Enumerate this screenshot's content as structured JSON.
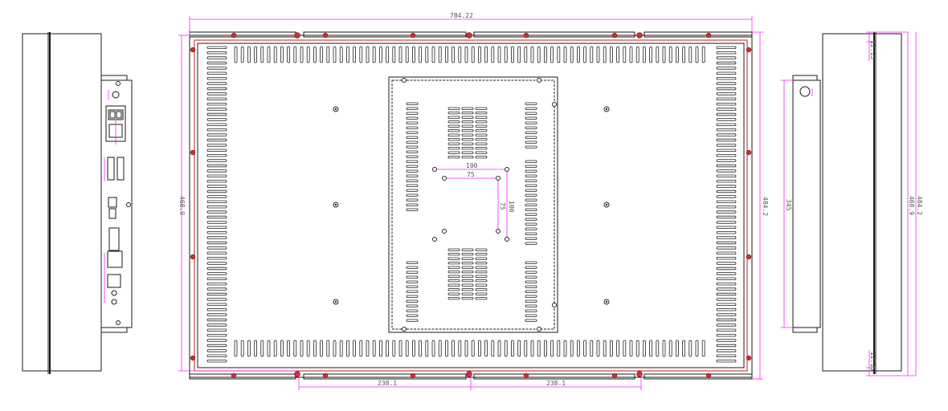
{
  "colors": {
    "line": "#1a1a1a",
    "dimension": "#ff22ff",
    "edge": "#c01818",
    "text": "#555555"
  },
  "dimensions": {
    "overall_width": "784.22",
    "frame_height": "468.9",
    "body_height": "484.2",
    "side_height": "345",
    "depth_height": "468.9",
    "depth_total": "484.2",
    "edge_top": "12.15",
    "edge_bottom": "12.15",
    "bottom_span_left": "238.1",
    "bottom_span_right": "238.1",
    "vesa_outer_w": "100",
    "vesa_inner_w": "75",
    "vesa_outer_h": "100",
    "vesa_inner_h": "75"
  }
}
